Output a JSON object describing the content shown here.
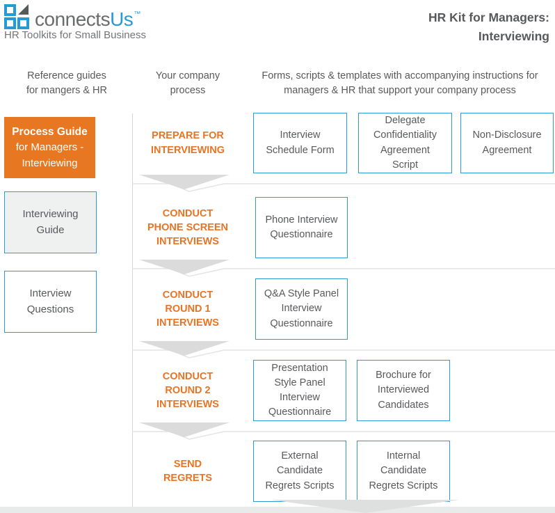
{
  "brand": {
    "name_part1": "connects",
    "name_part2": "Us",
    "trademark": "™",
    "tagline": "HR Toolkits for Small Business"
  },
  "title": {
    "line1": "HR Kit for Managers:",
    "line2": "Interviewing"
  },
  "column_headers": {
    "reference": "Reference guides\nfor mangers & HR",
    "process": "Your company\nprocess",
    "forms": "Forms, scripts & templates with accompanying instructions for\nmanagers & HR that support your company process"
  },
  "reference_guides": [
    {
      "title": "Process Guide",
      "subtitle": "for Managers -\nInterviewing",
      "style": "orange-filled"
    },
    {
      "title": "Interviewing\nGuide",
      "style": "gray"
    },
    {
      "title": "Interview\nQuestions",
      "style": "white"
    }
  ],
  "rows": [
    {
      "step": "PREPARE FOR\nINTERVIEWING",
      "docs": [
        "Interview\nSchedule Form",
        "Delegate\nConfidentiality\nAgreement\nScript",
        "Non-Disclosure\nAgreement"
      ]
    },
    {
      "step": "CONDUCT\nPHONE SCREEN\nINTERVIEWS",
      "docs": [
        "Phone Interview\nQuestionnaire"
      ]
    },
    {
      "step": "CONDUCT\nROUND 1\nINTERVIEWS",
      "docs": [
        "Q&A Style Panel\nInterview\nQuestionnaire"
      ]
    },
    {
      "step": "CONDUCT\nROUND 2\nINTERVIEWS",
      "docs": [
        "Presentation\nStyle Panel\nInterview\nQuestionnaire",
        "Brochure for\nInterviewed\nCandidates"
      ]
    },
    {
      "step": "SEND\nREGRETS",
      "docs": [
        "External\nCandidate\nRegrets Scripts",
        "Internal\nCandidate\nRegrets Scripts"
      ]
    }
  ],
  "colors": {
    "accent_orange": "#E87722",
    "accent_orange_text": "#E87424",
    "box_border_blue": "#2B9CD8",
    "logo_blue": "#249BD6",
    "text_gray": "#58595B",
    "chevron_gray": "#DBDBDB",
    "line_gray": "#D6D6D6"
  }
}
